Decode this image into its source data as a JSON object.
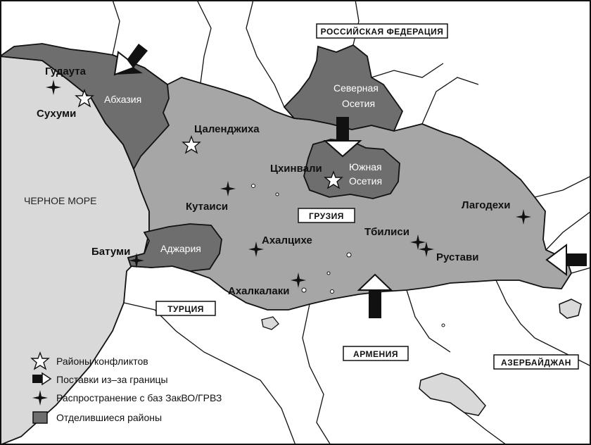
{
  "colors": {
    "background": "#ffffff",
    "sea": "#d9d9d9",
    "georgia": "#a6a6a6",
    "breakaway": "#6e6e6e",
    "border": "#111111"
  },
  "countries": {
    "russia": "РОССИЙСКАЯ ФЕДЕРАЦИЯ",
    "georgia": "ГРУЗИЯ",
    "turkey": "ТУРЦИЯ",
    "armenia": "АРМЕНИЯ",
    "azerbaijan": "АЗЕРБАЙДЖАН"
  },
  "sea": {
    "label": "ЧЕРНОЕ МОРЕ"
  },
  "regions": {
    "abkhazia": "Абхазия",
    "north_ossetia_1": "Северная",
    "north_ossetia_2": "Осетия",
    "south_ossetia_1": "Южная",
    "south_ossetia_2": "Осетия",
    "adjara": "Аджария"
  },
  "cities": {
    "gudauta": "Гудаута",
    "sukhumi": "Сухуми",
    "tsalenjikha": "Цаленджиха",
    "tskhinvali": "Цхинвали",
    "kutaisi": "Кутаиси",
    "akhaltsikhe": "Ахалцихе",
    "tbilisi": "Тбилиси",
    "rustavi": "Рустави",
    "lagodekhi": "Лагодехи",
    "batumi": "Батуми",
    "akhalkalaki": "Ахалкалаки"
  },
  "legend": {
    "conflicts": "Районы конфликтов",
    "supplies": "Поставки из–за границы",
    "spread": "Распространение с баз ЗакВО/ГРВЗ",
    "breakaway": "Отделившиеся районы"
  },
  "icons": {
    "conflict": "star-icon",
    "supply": "arrow-icon",
    "base": "cross-star-icon",
    "breakaway": "square-swatch-icon"
  }
}
